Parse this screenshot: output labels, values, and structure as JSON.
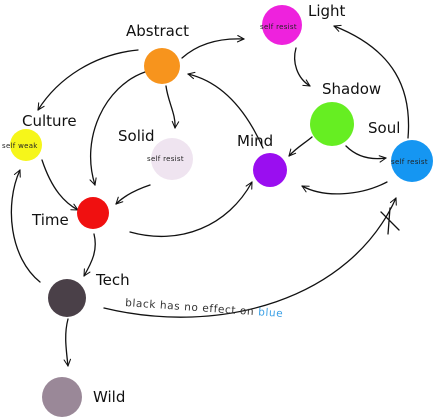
{
  "nodes": {
    "abstract": {
      "label": "Abstract",
      "color": "#f7941d"
    },
    "light": {
      "label": "Light",
      "note": "self resist",
      "color": "#ee22dd"
    },
    "culture": {
      "label": "Culture",
      "note": "self weak",
      "color": "#f6f61a"
    },
    "solid": {
      "label": "Solid",
      "note": "self resist",
      "color": "#efe4f0"
    },
    "mind": {
      "label": "Mind",
      "color": "#9a0ef0"
    },
    "shadow": {
      "label": "Shadow",
      "color": "#66ee22"
    },
    "soul": {
      "label": "Soul",
      "note": "self resist",
      "color": "#1596f2"
    },
    "time": {
      "label": "Time",
      "color": "#f01010"
    },
    "tech": {
      "label": "Tech",
      "color": "#4a4048"
    },
    "wild": {
      "label": "Wild",
      "color": "#9a8898"
    }
  },
  "annotation": {
    "prefix": "black has no effect on",
    "highlight": "blue"
  }
}
